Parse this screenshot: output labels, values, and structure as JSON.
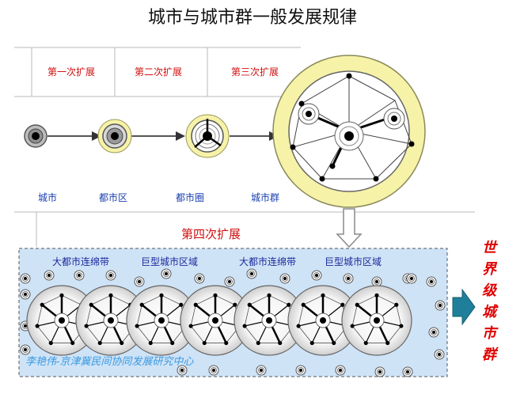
{
  "title": "城市与城市群一般发展规律",
  "stages": [
    "第一次扩展",
    "第二次扩展",
    "第三次扩展"
  ],
  "nodes": [
    "城市",
    "都市区",
    "都市圈",
    "城市群"
  ],
  "fourth_stage": "第四次扩展",
  "band_titles": [
    "大都市连绵带",
    "巨型城市区域",
    "大都市连绵带",
    "巨型城市区域"
  ],
  "result_label": "世界级城市群",
  "footer": "李艳伟-京津冀民间协同发展研究中心",
  "colors": {
    "stage_text": "#d01010",
    "node_text": "#1a3fb0",
    "band_fill": "#cfe3f7",
    "yellow_fill": "#f6f2a8",
    "arrow": "#1f7f9a"
  }
}
